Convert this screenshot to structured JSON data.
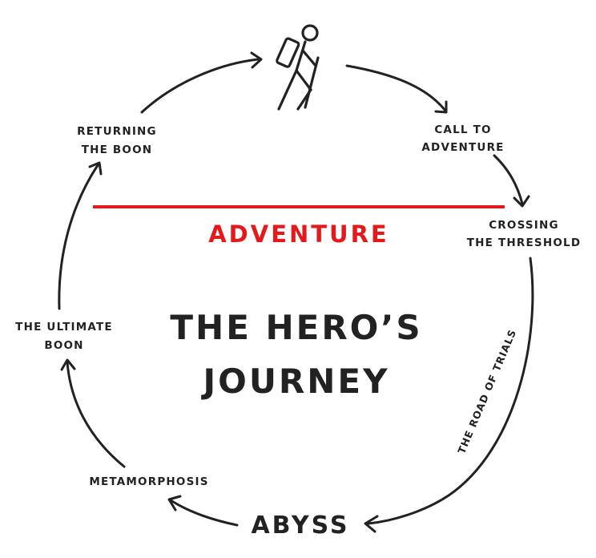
{
  "diagram": {
    "title_line1": "THE HERO’S",
    "title_line2": "JOURNEY",
    "divider_label": "ADVENTURE",
    "bottom_label": "ABYSS",
    "road_label": "THE ROAD OF TRIALS",
    "stages": {
      "call_to_adventure": [
        "CALL TO",
        "ADVENTURE"
      ],
      "crossing_threshold": [
        "CROSSING",
        "THE THRESHOLD"
      ],
      "metamorphosis": [
        "METAMORPHOSIS"
      ],
      "ultimate_boon": [
        "THE ULTIMATE",
        "BOON"
      ],
      "returning_boon": [
        "RETURNING",
        "THE BOON"
      ]
    },
    "icon": "hiker-icon",
    "colors": {
      "ink": "#222222",
      "accent": "#e3191c",
      "background": "#ffffff"
    }
  }
}
